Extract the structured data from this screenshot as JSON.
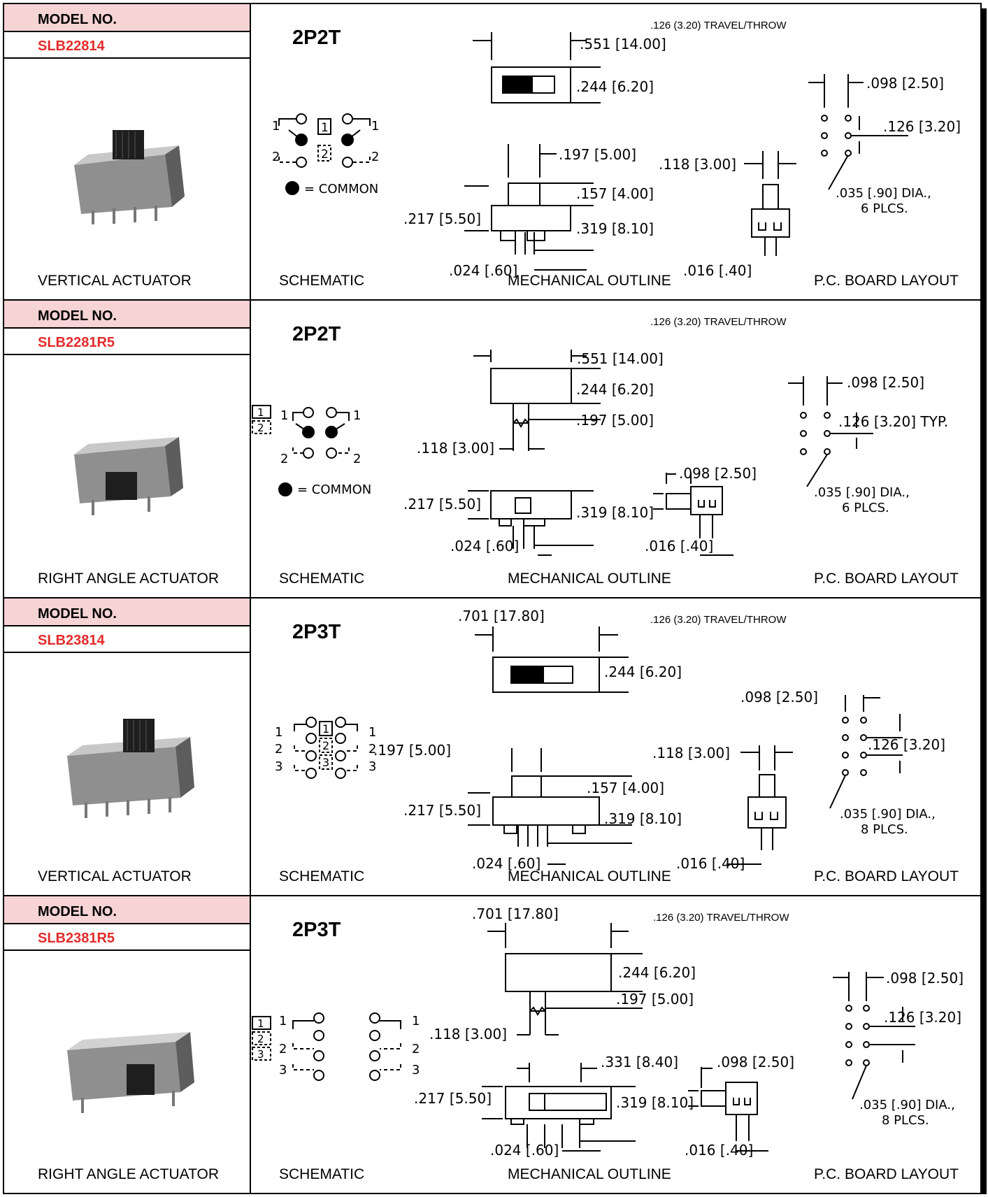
{
  "sections": [
    {
      "model_label": "MODEL NO.",
      "model_code": "SLB22814",
      "actuator": "VERTICAL ACTUATOR",
      "pole": "2P2T",
      "travel": ".126 (3.20) TRAVEL/THROW",
      "captions": {
        "schematic": "SCHEMATIC",
        "mechanical": "MECHANICAL OUTLINE",
        "pcb": "P.C. BOARD LAYOUT"
      },
      "dims": {
        "d1": ".551 [14.00]",
        "d2": ".244 [6.20]",
        "d3": ".197 [5.00]",
        "d4": ".157 [4.00]",
        "d5": ".217 [5.50]",
        "d6": ".319 [8.10]",
        "d7": ".024 [.60]",
        "d8": ".118 [3.00]",
        "d9": ".016 [.40]",
        "d10": ".098 [2.50]",
        "d11": ".126 [3.20]",
        "d12": ".035 [.90] DIA.,",
        "d13": "6 PLCS."
      },
      "schematic": {
        "n1": "1",
        "n2": "2",
        "b1": "1",
        "b2": "2",
        "common": "= COMMON"
      }
    },
    {
      "model_label": "MODEL NO.",
      "model_code": "SLB2281R5",
      "actuator": "RIGHT ANGLE ACTUATOR",
      "pole": "2P2T",
      "travel": ".126 (3.20) TRAVEL/THROW",
      "captions": {
        "schematic": "SCHEMATIC",
        "mechanical": "MECHANICAL OUTLINE",
        "pcb": "P.C. BOARD LAYOUT"
      },
      "dims": {
        "d1": ".551 [14.00]",
        "d2": ".244 [6.20]",
        "d3": ".197 [5.00]",
        "d4": ".118 [3.00]",
        "d5": ".217 [5.50]",
        "d6": ".319 [8.10]",
        "d7": ".024 [.60]",
        "d8": ".098 [2.50]",
        "d9": ".016 [.40]",
        "d10": ".098 [2.50]",
        "d11": ".126 [3.20] TYP.",
        "d12": ".035 [.90] DIA.,",
        "d13": "6 PLCS."
      },
      "schematic": {
        "n1": "1",
        "n2": "2",
        "b1": "1",
        "b2": "2",
        "common": "= COMMON"
      }
    },
    {
      "model_label": "MODEL NO.",
      "model_code": "SLB23814",
      "actuator": "VERTICAL ACTUATOR",
      "pole": "2P3T",
      "travel": ".126 (3.20) TRAVEL/THROW",
      "captions": {
        "schematic": "SCHEMATIC",
        "mechanical": "MECHANICAL OUTLINE",
        "pcb": "P.C. BOARD LAYOUT"
      },
      "dims": {
        "d1": ".701 [17.80]",
        "d2": ".244 [6.20]",
        "d3": ".197 [5.00]",
        "d4": ".157 [4.00]",
        "d5": ".217 [5.50]",
        "d6": ".319 [8.10]",
        "d7": ".024 [.60]",
        "d8": ".118 [3.00]",
        "d9": ".016 [.40]",
        "d10": ".098 [2.50]",
        "d11": ".126 [3.20]",
        "d12": ".035 [.90] DIA.,",
        "d13": "8 PLCS."
      },
      "schematic": {
        "n1": "1",
        "n2": "2",
        "n3": "3",
        "b1": "1",
        "b2": "2",
        "b3": "3"
      }
    },
    {
      "model_label": "MODEL NO.",
      "model_code": "SLB2381R5",
      "actuator": "RIGHT ANGLE ACTUATOR",
      "pole": "2P3T",
      "travel": ".126 (3.20) TRAVEL/THROW",
      "captions": {
        "schematic": "SCHEMATIC",
        "mechanical": "MECHANICAL OUTLINE",
        "pcb": "P.C. BOARD LAYOUT"
      },
      "dims": {
        "d1": ".701 [17.80]",
        "d2": ".244 [6.20]",
        "d3": ".197 [5.00]",
        "d4": ".118 [3.00]",
        "d5": ".331 [8.40]",
        "d6": ".217 [5.50]",
        "d7": ".319 [8.10]",
        "d8": ".098 [2.50]",
        "d9": ".024 [.60]",
        "d10": ".016 [.40]",
        "d11": ".098 [2.50]",
        "d12": ".126 [3.20]",
        "d13": ".035 [.90] DIA.,",
        "d14": "8 PLCS."
      },
      "schematic": {
        "n1": "1",
        "n2": "2",
        "n3": "3",
        "b1": "1",
        "b2": "2",
        "b3": "3"
      }
    }
  ]
}
